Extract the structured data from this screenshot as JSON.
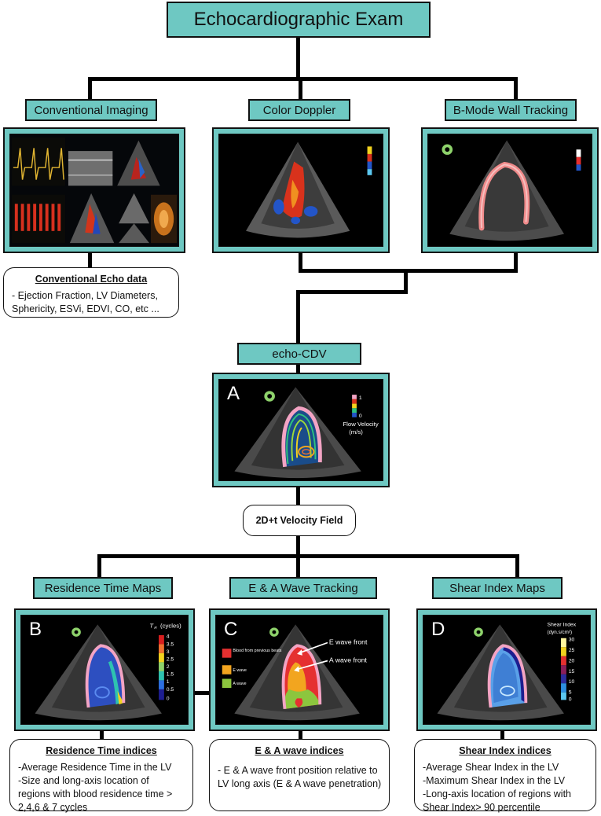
{
  "title": "Echocardiographic Exam",
  "top_row": {
    "conventional_imaging": "Conventional Imaging",
    "color_doppler": "Color Doppler",
    "b_mode": "B-Mode Wall Tracking"
  },
  "conventional_data": {
    "title": "Conventional Echo data",
    "items": [
      "- Ejection Fraction, LV Diameters,",
      "Sphericity, ESVi, EDVI, CO, etc ..."
    ]
  },
  "echo_cdv": {
    "label": "echo-CDV",
    "panel_letter": "A",
    "legend_title": "Flow Velocity",
    "legend_unit": "(m/s)",
    "legend_max": "1",
    "legend_min": "0"
  },
  "velocity_field": "2D+t Velocity Field",
  "bottom_row": {
    "residence": "Residence Time Maps",
    "ea_tracking": "E & A Wave Tracking",
    "shear": "Shear Index Maps"
  },
  "panel_b": {
    "letter": "B",
    "colorbar_title": "T",
    "colorbar_subscript": "R",
    "colorbar_unit": "(cycles)",
    "ticks": [
      "4",
      "3.5",
      "3",
      "2.5",
      "2",
      "1.5",
      "1",
      "0.5",
      "0"
    ]
  },
  "panel_c": {
    "letter": "C",
    "legend": [
      "Blood from previous beats",
      "E wave",
      "A wave"
    ],
    "e_front": "E wave front",
    "a_front": "A wave front",
    "colors": {
      "previous": "#e53030",
      "e_wave": "#f2a51f",
      "a_wave": "#8cc63e"
    }
  },
  "panel_d": {
    "letter": "D",
    "colorbar_title": "Shear Index",
    "colorbar_unit": "(dyn.s/cm²)",
    "ticks": [
      "30",
      "25",
      "20",
      "15",
      "10",
      "5",
      "0"
    ]
  },
  "residence_indices": {
    "title": "Residence Time indices",
    "items": [
      "-Average Residence Time in the LV",
      "-Size and long-axis location of",
      "regions with blood residence time >",
      "2,4,6 & 7 cycles"
    ]
  },
  "ea_indices": {
    "title": "E & A wave indices",
    "items": [
      "- E & A wave front position relative to",
      "LV long axis (E & A wave penetration)"
    ]
  },
  "shear_indices": {
    "title": "Shear Index indices",
    "items": [
      "-Average Shear Index in the LV",
      "-Maximum Shear Index in the LV",
      "-Long-axis location of regions with",
      "Shear Index> 90 percentile"
    ]
  },
  "colors": {
    "box_fill": "#6ec8c2",
    "line": "#000000"
  }
}
